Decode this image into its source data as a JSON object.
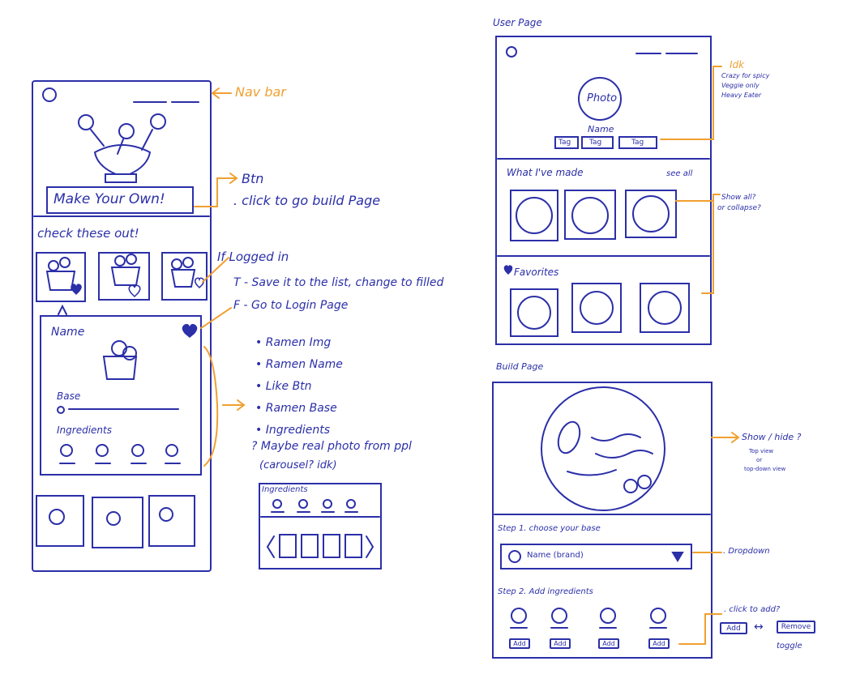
{
  "main_page": {
    "cta_button": "Make Your Own!",
    "section_title": "check these out!",
    "card": {
      "name_label": "Name",
      "base_label": "Base",
      "ingredients_label": "Ingredients"
    }
  },
  "annotations": {
    "nav_bar": "Nav bar",
    "btn_title": "Btn",
    "btn_desc": ". click to go build Page",
    "logged_in": "If Logged in",
    "true_case": "T - Save it to the list, change to filled",
    "false_case": "F - Go to Login Page",
    "card_items": [
      "Ramen Img",
      "Ramen Name",
      "Like Btn",
      "Ramen Base",
      "Ingredients"
    ],
    "maybe_photo": "? Maybe real photo from ppl",
    "carousel": "(carousel? idk)",
    "ingredients_mini_title": "Ingredients"
  },
  "user_page": {
    "page_label": "User Page",
    "photo_label": "Photo",
    "name_label": "Name",
    "tags": [
      "Tag",
      "Tag",
      "Tag"
    ],
    "made_title": "What I've made",
    "see_all": "see all",
    "favorites_title": "Favorites",
    "idk_note": "Idk",
    "tag_examples": [
      "Crazy for spicy",
      "Veggie only",
      "Heavy Eater"
    ],
    "show_all_note": "Show all?",
    "collapse_note": "or collapse?"
  },
  "build_page": {
    "page_label": "Build Page",
    "step1": "Step 1. choose your base",
    "dropdown_value": "Name (brand)",
    "step2": "Step 2. Add ingredients",
    "add_labels": [
      "Add",
      "Add",
      "Add",
      "Add"
    ],
    "show_hide_note": "Show / hide ?",
    "view_note_1": "Top view",
    "view_note_2": "or",
    "view_note_3": "top-down view",
    "dropdown_note": ". Dropdown",
    "click_add_note": ". click to add?",
    "toggle_add": "Add",
    "toggle_remove": "Remove",
    "toggle_label": "toggle"
  },
  "colors": {
    "ink": "#2b2fa8",
    "highlight": "#f0a030"
  }
}
